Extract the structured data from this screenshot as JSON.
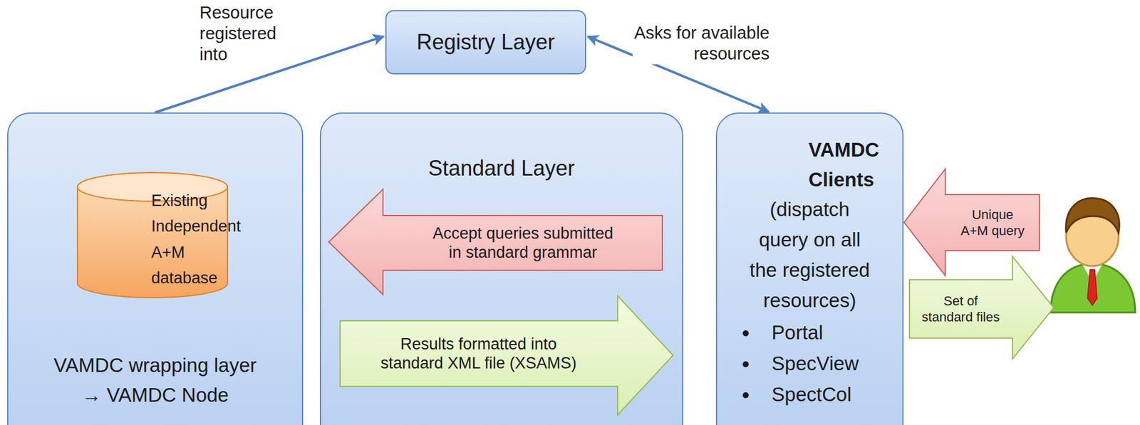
{
  "diagram": {
    "nodes": [
      {
        "text": [
          "Registry Layer"
        ]
      },
      {
        "text": [
          "VAMDC wrapping layer → VAMDC Node"
        ]
      },
      {
        "text": [
          "Existing Independent A+M database"
        ],
        "in": 1
      },
      {
        "text": [
          "Standard Layer"
        ]
      },
      {
        "text": [
          "Accept queries submitted in standard grammar"
        ],
        "in": 3
      },
      {
        "text": [
          "Results formatted into standard XML file (XSAMS)"
        ],
        "in": 3
      },
      {
        "text": [
          "VAMDC Clients",
          "(dispatch query on all the registered resources)",
          "Portal",
          "SpecView",
          "SpectCol"
        ]
      },
      {
        "text": [
          "Unique A+M query"
        ]
      },
      {
        "text": [
          "Set of standard files"
        ]
      }
    ],
    "edges": [
      {
        "from": 1,
        "to": 0,
        "label": "Resource registered into",
        "arrow": "to"
      },
      {
        "from": 0,
        "to": 6,
        "label": "Asks for available resources",
        "arrow": "both"
      }
    ]
  }
}
